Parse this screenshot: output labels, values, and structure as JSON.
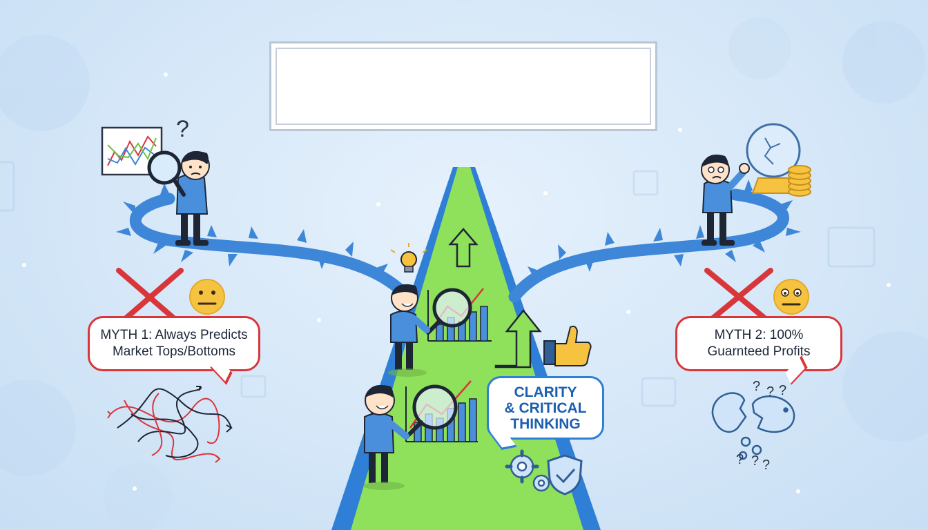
{
  "title_box": {
    "text": ""
  },
  "myths": [
    {
      "line1": "MYTH 1: Always Predicts",
      "line2": "Market Tops/Bottoms"
    },
    {
      "line1": "MYTH 2: 100%",
      "line2": "Guarnteed Profits"
    }
  ],
  "clarity": {
    "line1": "CLARITY",
    "line2": "& CRITICAL",
    "line3": "THINKING"
  },
  "colors": {
    "background": "#d5e7f8",
    "path_green": "#8fe05a",
    "path_edge_blue": "#2f7fd6",
    "thorny_path_blue": "#3d86d8",
    "myth_red": "#d8363b",
    "person_shirt": "#4a8fdc",
    "emoji_yellow": "#f6c341"
  },
  "icons": {
    "question": "?",
    "myth1_emoji": "neutral-face-icon",
    "myth2_emoji": "worried-face-icon",
    "crystal_ball": "cracked-crystal-ball-icon",
    "coins": "coin-stack-icon",
    "piggy": "broken-piggy-bank-icon",
    "thumbs": "thumbs-up-icon",
    "gears": "gears-icon",
    "shield": "shield-check-icon",
    "bulb": "lightbulb-icon"
  }
}
